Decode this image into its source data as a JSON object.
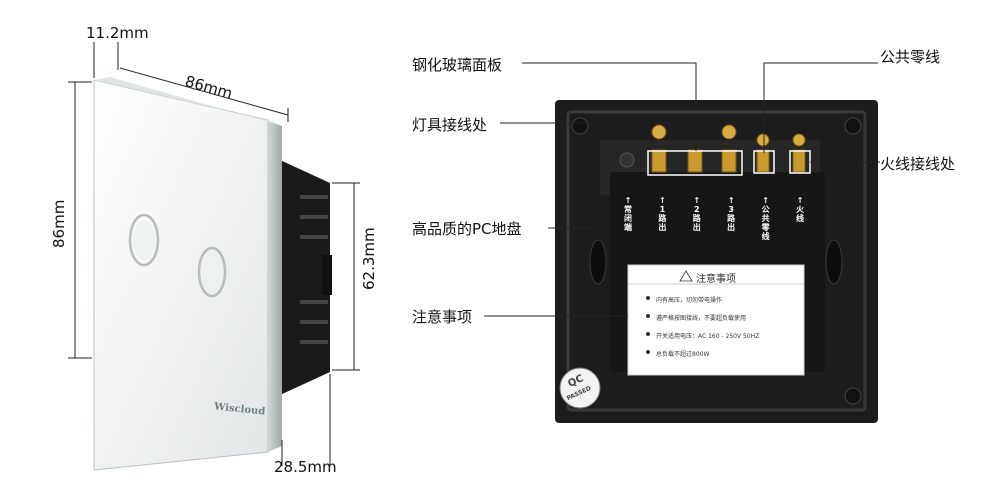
{
  "dimensions": {
    "depth_front": "11.2mm",
    "width": "86mm",
    "height": "86mm",
    "body_height": "62.3mm",
    "body_depth": "28.5mm"
  },
  "brand": "Wiscloud",
  "callouts": {
    "tempered_glass_panel": "钢化玻璃面板",
    "neutral_line": "公共零线",
    "lamp_terminal": "灯具接线处",
    "live_terminal": "火线接线处",
    "pc_base": "高品质的PC地盘",
    "notice": "注意事项"
  },
  "back_labels": {
    "terminals": [
      {
        "arrow": "↑",
        "text": "常\n闭\n端"
      },
      {
        "arrow": "↑",
        "text": "1\n路\n出"
      },
      {
        "arrow": "↑",
        "text": "2\n路\n出"
      },
      {
        "arrow": "↑",
        "text": "3\n路\n出"
      },
      {
        "arrow": "↑",
        "text": "公\n共\n零\n线"
      },
      {
        "arrow": "↑",
        "text": "火\n线"
      }
    ],
    "notice_title": "注意事项",
    "notice_items": [
      "内有高压，切勿带电操作",
      "遵严格按图接线，不要超负载使用",
      "开关适用电压：AC 160 - 250V 50HZ",
      "总负载不超过800W"
    ],
    "qc_stamp_top": "QC",
    "qc_stamp_bottom": "PASSED"
  },
  "colors": {
    "glass_panel": "#f4f6f6",
    "back_plate": "#1c1c1c",
    "terminal_brass": "#c99a2e",
    "label_paper": "#ffffff",
    "lines": "#222222"
  }
}
